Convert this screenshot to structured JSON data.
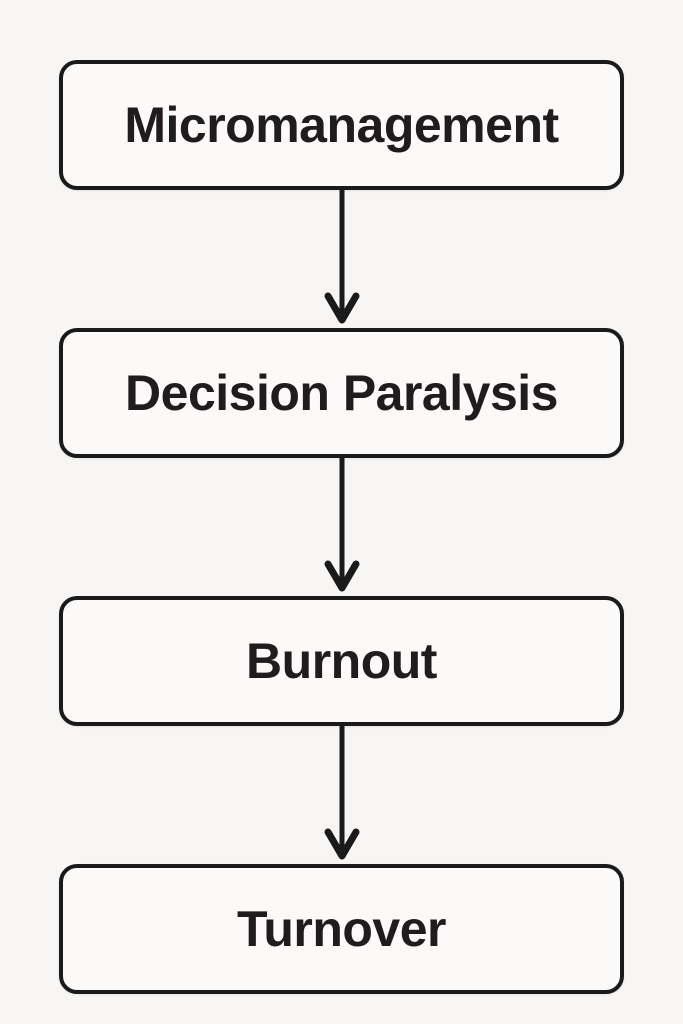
{
  "diagram": {
    "kind": "flowchart",
    "direction": "top-down",
    "nodes": [
      {
        "id": "micromanagement",
        "label": "Micromanagement"
      },
      {
        "id": "decision-paralysis",
        "label": "Decision Paralysis"
      },
      {
        "id": "burnout",
        "label": "Burnout"
      },
      {
        "id": "turnover",
        "label": "Turnover"
      }
    ],
    "edges": [
      {
        "from": "micromanagement",
        "to": "decision-paralysis",
        "style": "down-arrow"
      },
      {
        "from": "decision-paralysis",
        "to": "burnout",
        "style": "down-arrow"
      },
      {
        "from": "burnout",
        "to": "turnover",
        "style": "down-arrow"
      }
    ],
    "colors": {
      "background": "#f7f6f4",
      "node_fill": "#fbfaf9",
      "node_border": "#1a1a1a",
      "text": "#1e1c1c",
      "arrow": "#1a1a1a"
    }
  }
}
